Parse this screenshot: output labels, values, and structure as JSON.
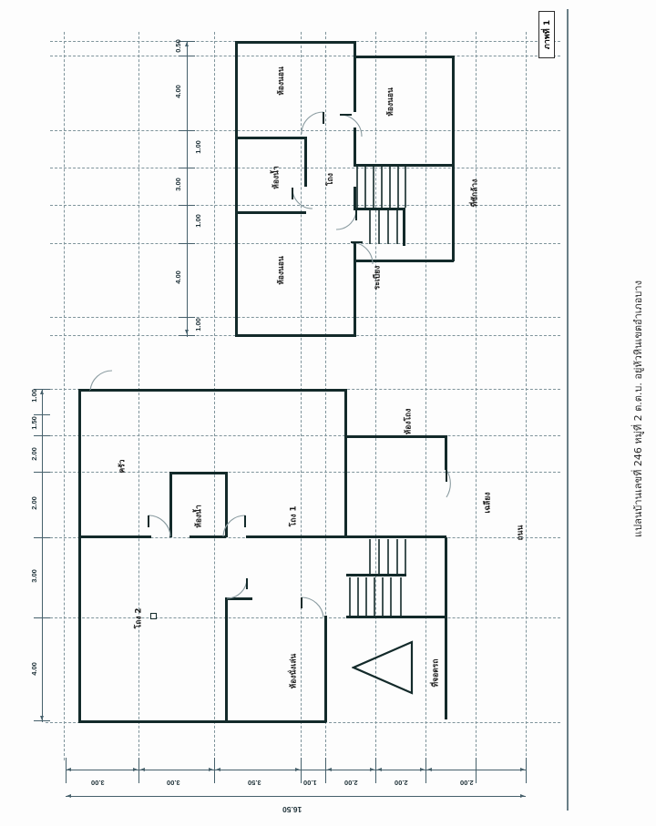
{
  "document": {
    "type": "architectural-floor-plan",
    "figure_label": "ภาพที่ 1",
    "caption": "แปลนบ้านเลขที่ 246 หมู่ที่ 2 ต.ต.บ. อยู่หัวหินเขตอำเภอบาง",
    "orientation_note": "rotated-180",
    "paper_bg": "#fdfdfd",
    "wall_color": "#132a2a",
    "grid_color": "#7f949b",
    "dim_color": "#46606b"
  },
  "plans": {
    "upper": {
      "name": "upper-floor-plan",
      "rooms": [
        {
          "id": "bed-1",
          "label": "ห้องนอน"
        },
        {
          "id": "bed-2",
          "label": "ห้องนอน"
        },
        {
          "id": "bed-3",
          "label": "ห้องนอน"
        },
        {
          "id": "bath-up",
          "label": "ห้องน้ำ"
        },
        {
          "id": "hall-up",
          "label": "โถง"
        },
        {
          "id": "balcony",
          "label": "ระเบียง"
        },
        {
          "id": "wash-up",
          "label": "ที่ซักล้าง"
        }
      ],
      "vertical_dimensions": [
        "0.50",
        "4.00",
        "1.00",
        "3.00",
        "1.00",
        "4.00",
        "1.00"
      ]
    },
    "lower": {
      "name": "ground-floor-plan",
      "rooms": [
        {
          "id": "kitchen",
          "label": "ครัว"
        },
        {
          "id": "bath-low",
          "label": "ห้องน้ำ"
        },
        {
          "id": "hall-1",
          "label": "โถง 1"
        },
        {
          "id": "hall-2",
          "label": "โถง 2"
        },
        {
          "id": "living",
          "label": "ห้องนั่งเล่น"
        },
        {
          "id": "hall-lamp",
          "label": "ห้องโถง"
        },
        {
          "id": "porch",
          "label": "เฉลียง"
        },
        {
          "id": "carport",
          "label": "ที่จอดรถ"
        },
        {
          "id": "road",
          "label": "ถนน"
        }
      ],
      "vertical_dimensions": [
        "1.00",
        "1.50",
        "2.00",
        "2.00",
        "3.00",
        "4.00"
      ],
      "horizontal_dimensions": [
        "3.00",
        "3.00",
        "3.50",
        "1.00",
        "2.00",
        "2.00",
        "2.00"
      ],
      "overall_width": "16.50"
    }
  }
}
